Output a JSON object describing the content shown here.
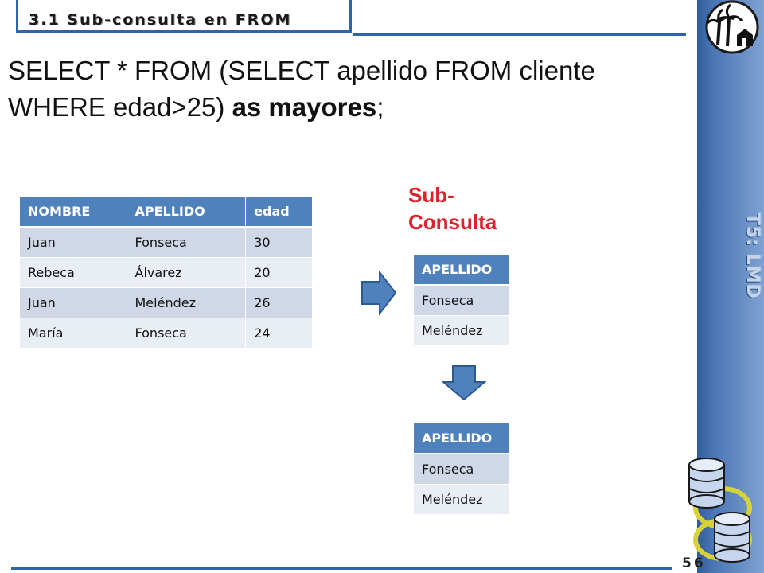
{
  "slide": {
    "title": "3.1 Sub-consulta en FROM",
    "side_label": "T5: LMD",
    "page_number": "56",
    "colors": {
      "accent": "#2e64a8",
      "header": "#4f81bd",
      "row_odd": "#d0d8e8",
      "row_even": "#e9edf4",
      "highlight": "#e0202b"
    }
  },
  "sql": {
    "line1": "SELECT * FROM (SELECT apellido FROM cliente",
    "line2_prefix": "WHERE edad>25) ",
    "line2_bold": "as mayores",
    "line2_suffix": ";"
  },
  "subquery_label_line1": "Sub-",
  "subquery_label_line2": "Consulta",
  "source_table": {
    "columns": [
      "NOMBRE",
      "APELLIDO",
      "edad"
    ],
    "rows": [
      [
        "Juan",
        "Fonseca",
        "30"
      ],
      [
        "Rebeca",
        "Álvarez",
        "20"
      ],
      [
        "Juan",
        "Meléndez",
        "26"
      ],
      [
        "María",
        "Fonseca",
        "24"
      ]
    ]
  },
  "subquery_table": {
    "columns": [
      "APELLIDO"
    ],
    "rows": [
      [
        "Fonseca"
      ],
      [
        "Meléndez"
      ]
    ]
  },
  "result_table": {
    "columns": [
      "APELLIDO"
    ],
    "rows": [
      [
        "Fonseca"
      ],
      [
        "Meléndez"
      ]
    ]
  },
  "icons": {
    "logo": "palm-trees-house-icon",
    "arrow_right": "arrow-right-icon",
    "arrow_down": "arrow-down-icon",
    "databases": "database-icon"
  }
}
